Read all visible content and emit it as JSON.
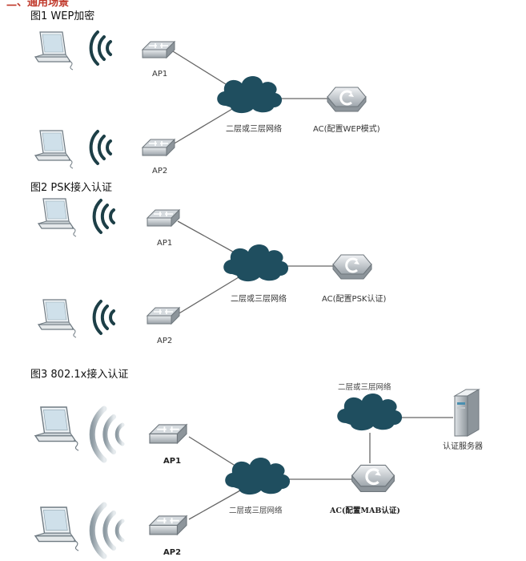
{
  "header_fragment": "二、通用场景",
  "figures": [
    {
      "title": "图1 WEP加密",
      "ap1": "AP1",
      "ap2": "AP2",
      "network": "二层或三层网络",
      "ac": "AC(配置WEP模式)"
    },
    {
      "title": "图2 PSK接入认证",
      "ap1": "AP1",
      "ap2": "AP2",
      "network": "二层或三层网络",
      "ac": "AC(配置PSK认证)"
    },
    {
      "title": "图3 802.1x接入认证",
      "ap1": "AP1",
      "ap2": "AP2",
      "network_lower": "二层或三层网络",
      "network_upper": "二层或三层网络",
      "ac": "AC(配置MAB认证)",
      "server": "认证服务器"
    }
  ],
  "colors": {
    "cloud": "#1f4e5f",
    "signal_dark": "#1d3f47",
    "signal_light": "#b8c2c8",
    "device_grey": "#b9bec3",
    "link": "#666666"
  }
}
